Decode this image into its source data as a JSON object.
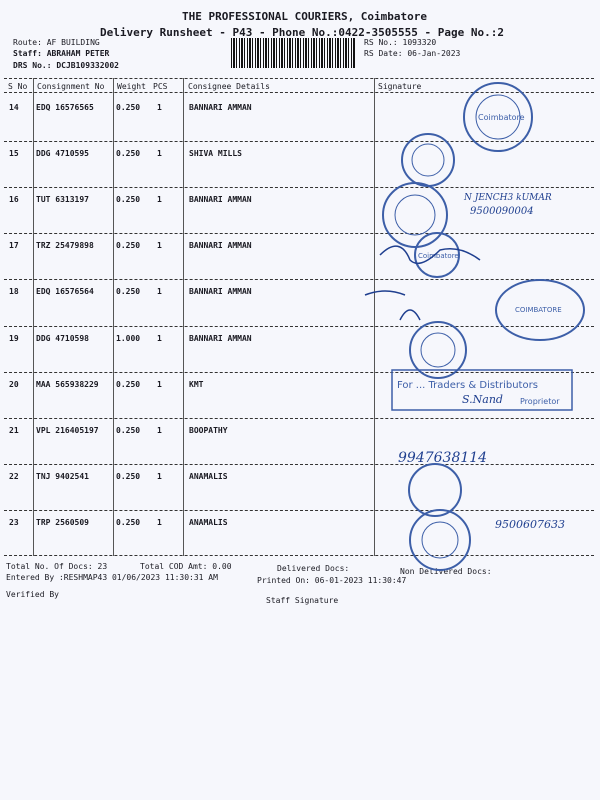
{
  "header": {
    "title": "THE PROFESSIONAL COURIERS, Coimbatore",
    "subtitle": "Delivery Runsheet - P43 - Phone No.:0422-3505555 - Page No.:2",
    "route": "Route: AF BUILDING",
    "staff": "Staff: ABRAHAM PETER",
    "drs": "DRS No.: DCJB109332002",
    "rs_no": "RS No.: 1093320",
    "rs_date": "RS Date: 06-Jan-2023"
  },
  "columns": [
    "S No",
    "Consignment No",
    "Weight",
    "PCS",
    "Consignee Details",
    "Signature"
  ],
  "rows": [
    {
      "sno": "14",
      "cn": "EDQ 16576565",
      "wt": "0.250",
      "pcs": "1",
      "consignee": "BANNARI AMMAN"
    },
    {
      "sno": "15",
      "cn": "DDG 4710595",
      "wt": "0.250",
      "pcs": "1",
      "consignee": "SHIVA MILLS"
    },
    {
      "sno": "16",
      "cn": "TUT 6313197",
      "wt": "0.250",
      "pcs": "1",
      "consignee": "BANNARI AMMAN"
    },
    {
      "sno": "17",
      "cn": "TRZ 25479898",
      "wt": "0.250",
      "pcs": "1",
      "consignee": "BANNARI AMMAN"
    },
    {
      "sno": "18",
      "cn": "EDQ 16576564",
      "wt": "0.250",
      "pcs": "1",
      "consignee": "BANNARI AMMAN"
    },
    {
      "sno": "19",
      "cn": "DDG 4710598",
      "wt": "1.000",
      "pcs": "1",
      "consignee": "BANNARI AMMAN"
    },
    {
      "sno": "20",
      "cn": "MAA 565938229",
      "wt": "0.250",
      "pcs": "1",
      "consignee": "KMT"
    },
    {
      "sno": "21",
      "cn": "VPL 216405197",
      "wt": "0.250",
      "pcs": "1",
      "consignee": "BOOPATHY"
    },
    {
      "sno": "22",
      "cn": "TNJ 9402541",
      "wt": "0.250",
      "pcs": "1",
      "consignee": "ANAMALIS"
    },
    {
      "sno": "23",
      "cn": "TRP 2560509",
      "wt": "0.250",
      "pcs": "1",
      "consignee": "ANAMALIS"
    }
  ],
  "footer": {
    "total_docs": "Total No. Of Docs:  23",
    "total_cod": "Total COD Amt:    0.00",
    "delivered": "Delivered Docs:",
    "non_delivered": "Non Delivered Docs:",
    "entered_by": "Entered By :RESHMAP43 01/06/2023 11:30:31 AM",
    "printed_on": "Printed On: 06-01-2023 11:30:47",
    "verified_by": "Verified By",
    "staff_signature": "Staff Signature"
  },
  "handwriting": {
    "h1": "N JENCH3 kUMAR",
    "h2": "9500090004",
    "h3": "S.Nand",
    "h4": "9947638114",
    "h5": "9500607633"
  },
  "stamps": {
    "s1": "Coimbatore",
    "s2": "COIMBATORE",
    "s3": "For ... Traders & Distributors",
    "s4": "Proprietor"
  },
  "colors": {
    "ink": "#1f3f8f",
    "stamp": "#3d5fa8"
  }
}
